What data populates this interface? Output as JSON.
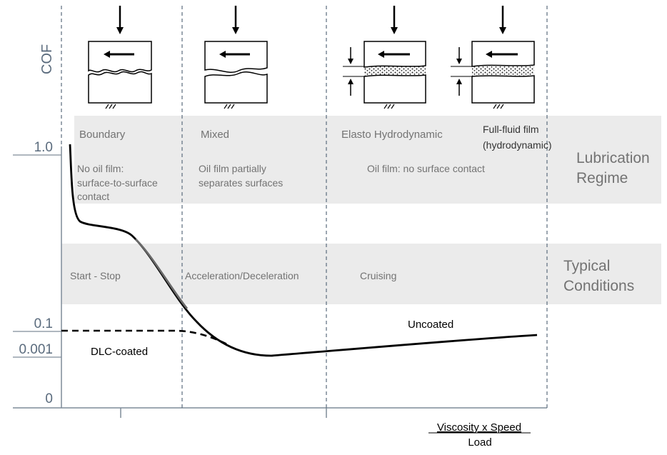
{
  "axes": {
    "y_title": "COF",
    "y_ticks": [
      "1.0",
      "0.1",
      "0.001",
      "0"
    ],
    "x_title_numerator": "Viscosity x Speed",
    "x_title_denominator": "Load"
  },
  "band_labels": {
    "lubrication": [
      "Lubrication",
      "Regime"
    ],
    "conditions": [
      "Typical",
      "Conditions"
    ]
  },
  "regimes": [
    {
      "name": "Boundary",
      "description": [
        "No oil film:",
        "surface-to-surface",
        "contact"
      ]
    },
    {
      "name": "Mixed",
      "description": [
        "Oil film partially",
        "separates  surfaces"
      ]
    },
    {
      "name": "Elasto Hydrodynamic",
      "description": [
        "Oil film: no surface contact"
      ]
    },
    {
      "name": "Full-fluid film",
      "name_line2": "(hydrodynamic)"
    }
  ],
  "conditions": [
    "Start - Stop",
    "Acceleration/Deceleration",
    "Cruising"
  ],
  "curves": {
    "uncoated_label": "Uncoated",
    "dlc_label": "DLC-coated"
  },
  "colors": {
    "band": "#ebebeb",
    "axis": "#7f8c99",
    "divider": "#5a6b7d",
    "grey_text": "#737373",
    "curve": "#000000"
  }
}
